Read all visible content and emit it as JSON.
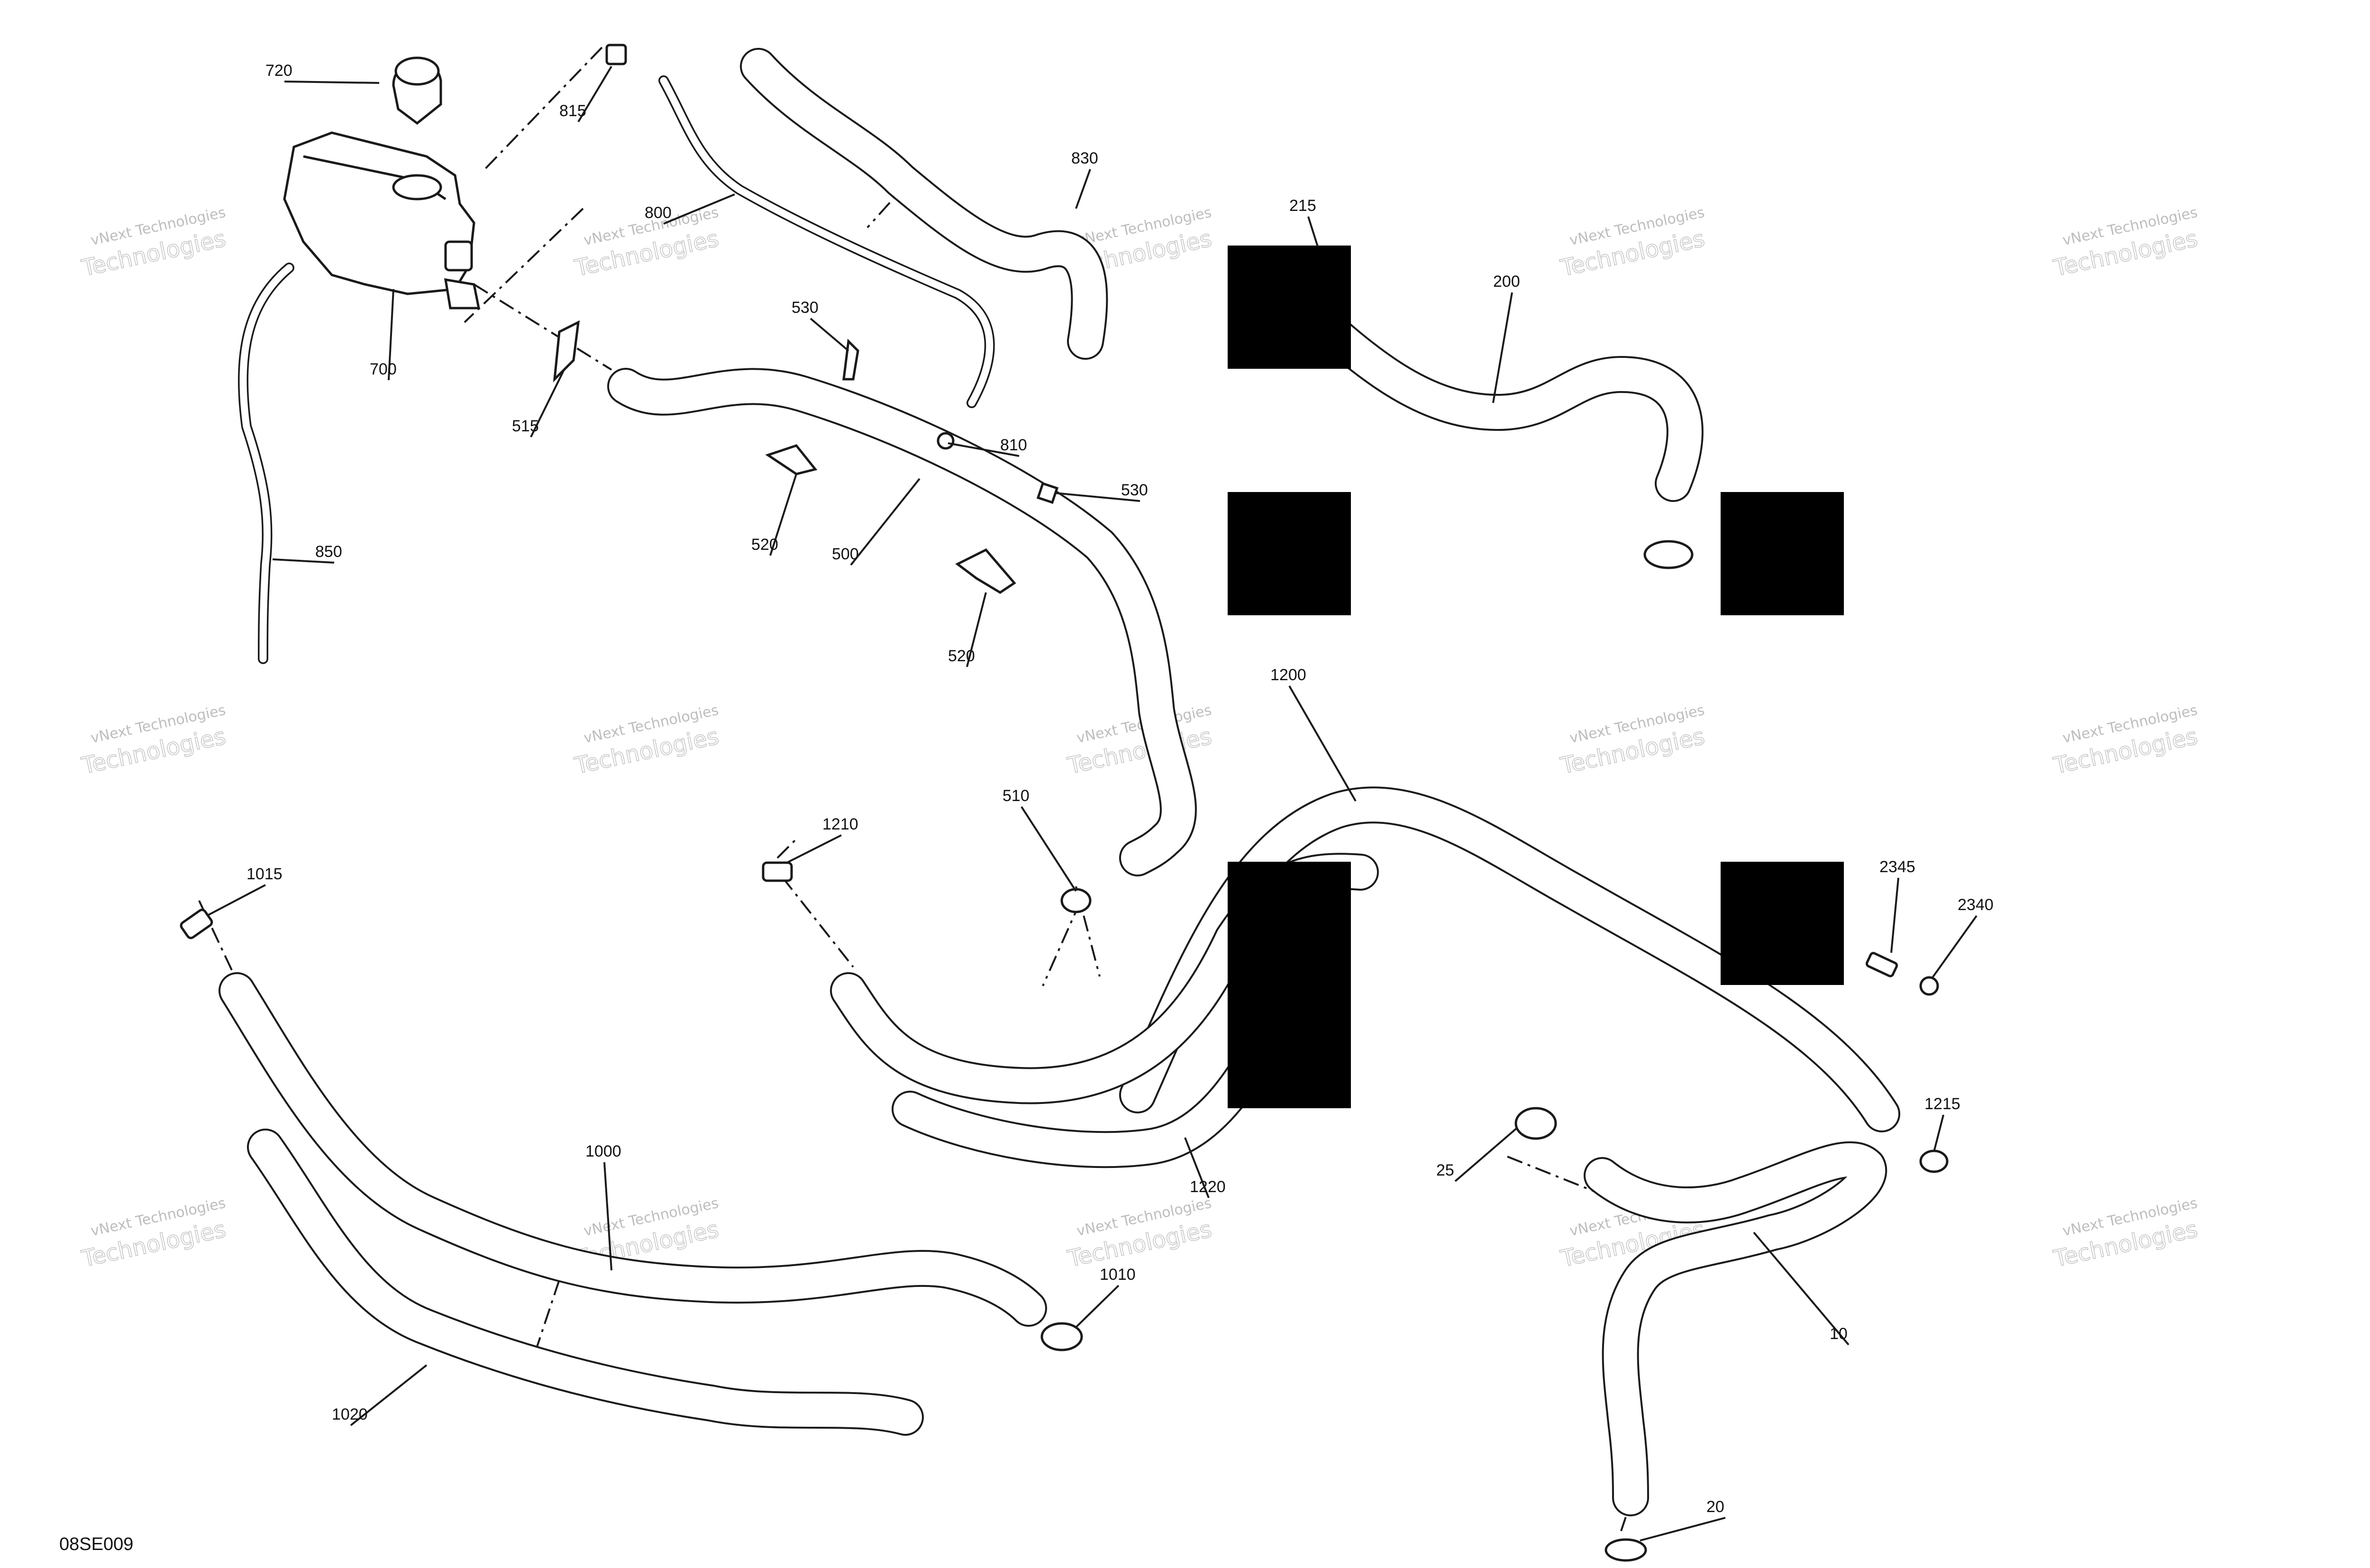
{
  "diagram": {
    "code": "08SE009",
    "watermark": {
      "line1": "vNext Technologies",
      "line2": "Technologies"
    },
    "callouts": [
      "720",
      "815",
      "830",
      "800",
      "215",
      "200",
      "700",
      "515",
      "530",
      "810",
      "530",
      "520",
      "500",
      "520",
      "850",
      "1200",
      "510",
      "1210",
      "1015",
      "2345",
      "2340",
      "1215",
      "1000",
      "25",
      "1220",
      "1010",
      "10",
      "1020",
      "20"
    ]
  }
}
